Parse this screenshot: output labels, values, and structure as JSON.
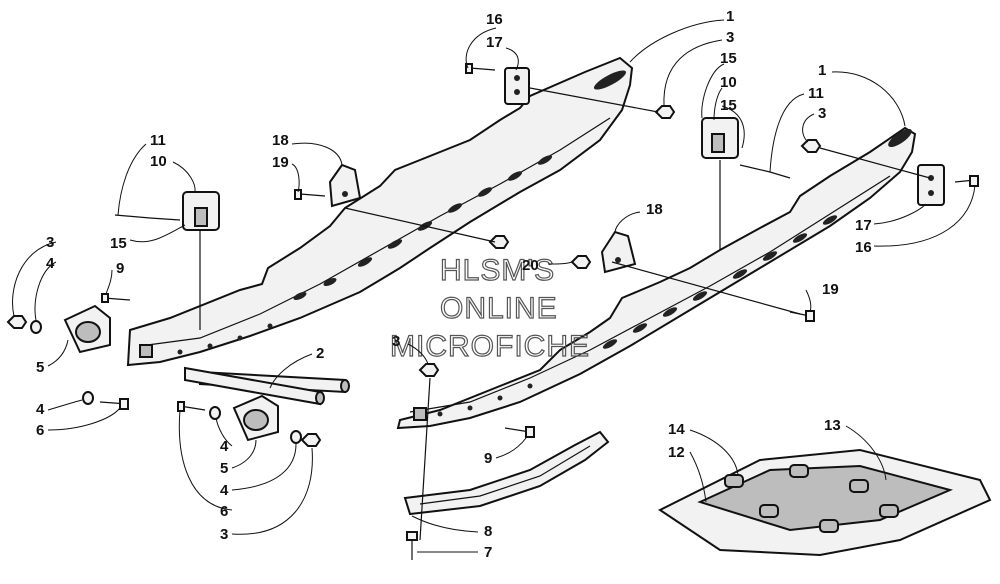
{
  "watermark": {
    "line1": "HLSM'S",
    "line2": "ONLINE",
    "line3": "MICROFICHE"
  },
  "callouts": [
    {
      "id": "c16a",
      "label": "16"
    },
    {
      "id": "c17a",
      "label": "17"
    },
    {
      "id": "c1a",
      "label": "1"
    },
    {
      "id": "c3a",
      "label": "3"
    },
    {
      "id": "c15a",
      "label": "15"
    },
    {
      "id": "c10a",
      "label": "10"
    },
    {
      "id": "c15b",
      "label": "15"
    },
    {
      "id": "c1b",
      "label": "1"
    },
    {
      "id": "c11a",
      "label": "11"
    },
    {
      "id": "c3b",
      "label": "3"
    },
    {
      "id": "c11b",
      "label": "11"
    },
    {
      "id": "c10b",
      "label": "10"
    },
    {
      "id": "c18a",
      "label": "18"
    },
    {
      "id": "c19a",
      "label": "19"
    },
    {
      "id": "c15c",
      "label": "15"
    },
    {
      "id": "c3c",
      "label": "3"
    },
    {
      "id": "c4a",
      "label": "4"
    },
    {
      "id": "c9a",
      "label": "9"
    },
    {
      "id": "c5a",
      "label": "5"
    },
    {
      "id": "c18b",
      "label": "18"
    },
    {
      "id": "c20a",
      "label": "20"
    },
    {
      "id": "c19b",
      "label": "19"
    },
    {
      "id": "c17b",
      "label": "17"
    },
    {
      "id": "c16b",
      "label": "16"
    },
    {
      "id": "c2a",
      "label": "2"
    },
    {
      "id": "c3d",
      "label": "3"
    },
    {
      "id": "c4b",
      "label": "4"
    },
    {
      "id": "c6a",
      "label": "6"
    },
    {
      "id": "c4c",
      "label": "4"
    },
    {
      "id": "c5b",
      "label": "5"
    },
    {
      "id": "c4d",
      "label": "4"
    },
    {
      "id": "c6b",
      "label": "6"
    },
    {
      "id": "c3e",
      "label": "3"
    },
    {
      "id": "c9b",
      "label": "9"
    },
    {
      "id": "c8a",
      "label": "8"
    },
    {
      "id": "c7a",
      "label": "7"
    },
    {
      "id": "c14a",
      "label": "14"
    },
    {
      "id": "c12a",
      "label": "12"
    },
    {
      "id": "c13a",
      "label": "13"
    }
  ]
}
